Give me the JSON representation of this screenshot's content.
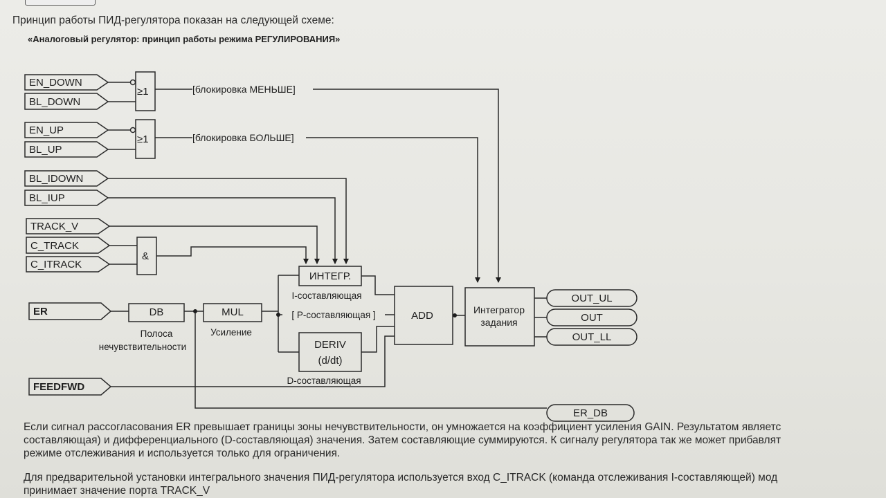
{
  "intro_text": "Принцип работы ПИД-регулятора показан на следующей схеме:",
  "diagram_title": "«Аналоговый регулятор: принцип работы режима РЕГУЛИРОВАНИЯ»",
  "inputs": {
    "en_down": "EN_DOWN",
    "bl_down": "BL_DOWN",
    "en_up": "EN_UP",
    "bl_up": "BL_UP",
    "bl_idown": "BL_IDOWN",
    "bl_iup": "BL_IUP",
    "track_v": "TRACK_V",
    "c_track": "C_TRACK",
    "c_itrack": "C_ITRACK",
    "er": "ER",
    "feedfwd": "FEEDFWD"
  },
  "gates": {
    "or1": "≥1",
    "or2": "≥1",
    "and": "&"
  },
  "signals": {
    "block_less": "[блокировка МЕНЬШЕ]",
    "block_more": "[блокировка БОЛЬШЕ]",
    "p_component": "[ Р-составляющая ]"
  },
  "blocks": {
    "db": "DB",
    "db_caption_1": "Полоса",
    "db_caption_2": "нечувствительности",
    "mul": "MUL",
    "mul_caption": "Усиление",
    "integr": "ИНТЕГР.",
    "integr_caption": "I-составляющая",
    "deriv_1": "DERIV",
    "deriv_2": "(d/dt)",
    "deriv_caption": "D-составляющая",
    "add": "ADD",
    "integrator_1": "Интегратор",
    "integrator_2": "задания"
  },
  "outputs": {
    "out_ul": "OUT_UL",
    "out": "OUT",
    "out_ll": "OUT_LL",
    "er_db": "ER_DB"
  },
  "paragraphs": {
    "p1_line1": "Если сигнал рассогласования ER превышает границы зоны нечувствительности, он умножается на коэффициент усиления GAIN. Результатом являетс",
    "p1_line2": "составляющая) и дифференциального (D-составляющая) значения. Затем составляющие суммируются. К сигналу регулятора так же может прибавлят",
    "p1_line3": "режиме отслеживания и используется только для ограничения.",
    "p2_line1": "Для предварительной установки интегрального значения ПИД-регулятора используется вход C_ITRACK (команда отслеживания I-составляющей) мод",
    "p2_line2": "принимает значение порта TRACK_V"
  }
}
